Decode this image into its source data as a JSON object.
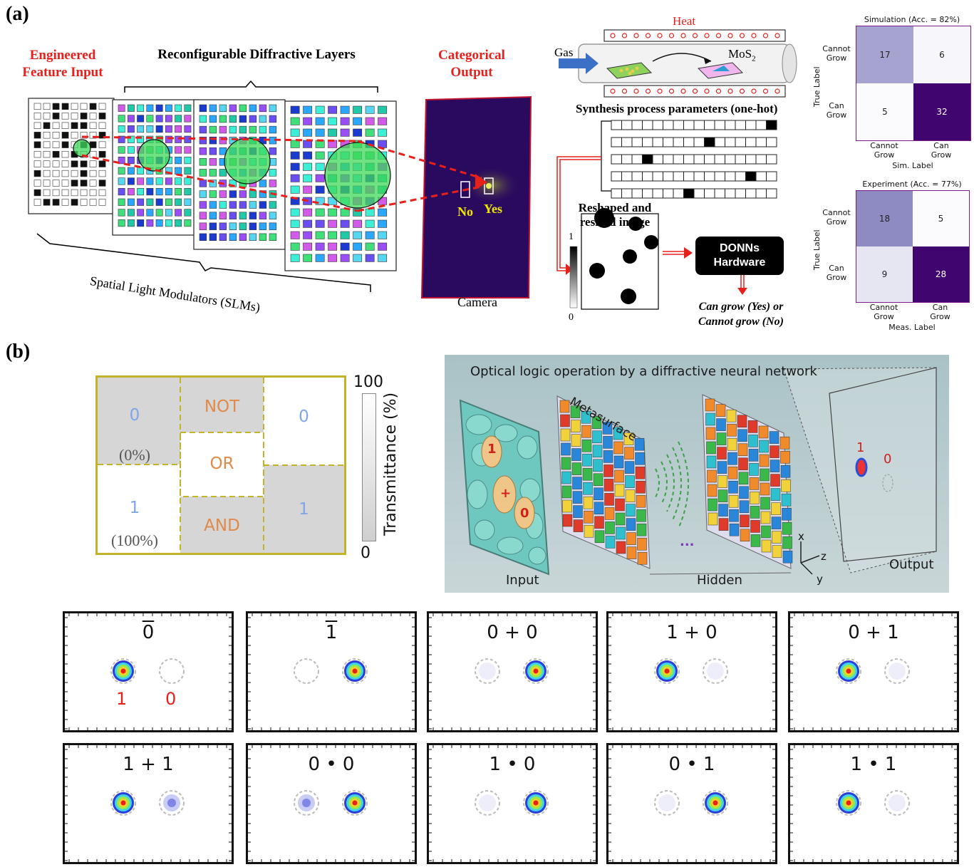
{
  "panel_a": {
    "label": "(a)",
    "engineered_input": "Engineered\nFeature Input",
    "layers_title": "Reconfigurable Diffractive Layers",
    "categorical_output": "Categorical\nOutput",
    "slm_label": "Spatial Light Modulators (SLMs)",
    "camera_label": "Camera",
    "no_label": "No",
    "yes_label": "Yes",
    "heat_label": "Heat",
    "gas_label": "Gas",
    "mos2_label": "MoS",
    "mos2_sub": "2",
    "synthesis_title": "Synthesis process parameters (one-hot)",
    "onehot_positions": [
      15,
      9,
      3,
      13,
      7
    ],
    "reshaped_title": "Reshaped and\nresized image",
    "colorbar_top": "1",
    "colorbar_bottom": "0",
    "donns": "DONNs\nHardware",
    "result_text_1": "Can grow (Yes) or",
    "result_text_2": "Cannot grow (No)",
    "colors": {
      "red": "#e8201c",
      "slm_dark": "#2a0a5e"
    }
  },
  "confusion": [
    {
      "title": "Simulation (Acc. = 82%)",
      "ylabel": "True Label",
      "xlabel": "Sim. Label",
      "rows": [
        "Cannot\nGrow",
        "Can\nGrow"
      ],
      "cols": [
        "Cannot\nGrow",
        "Can\nGrow"
      ],
      "values": [
        [
          17,
          6
        ],
        [
          5,
          32
        ]
      ],
      "colors": [
        [
          "#a6a3d0",
          "#f7f7fb"
        ],
        [
          "#fbfbfd",
          "#40056f"
        ]
      ]
    },
    {
      "title": "Experiment (Acc. = 77%)",
      "ylabel": "True Label",
      "xlabel": "Meas. Label",
      "rows": [
        "Cannot\nGrow",
        "Can\nGrow"
      ],
      "cols": [
        "Cannot\nGrow",
        "Can\nGrow"
      ],
      "values": [
        [
          18,
          5
        ],
        [
          9,
          28
        ]
      ],
      "colors": [
        [
          "#8e8bc2",
          "#fbfbfd"
        ],
        [
          "#e6e5f2",
          "#40056f"
        ]
      ]
    }
  ],
  "panel_b": {
    "label": "(b)",
    "truth": {
      "zero_left": "0",
      "zero_pct": "(0%)",
      "one_left": "1",
      "one_pct": "(100%)",
      "not": "NOT",
      "or": "OR",
      "and": "AND",
      "zero_right": "0",
      "one_right": "1"
    },
    "colorbar": {
      "max": "100",
      "min": "0",
      "label": "Transmittance (%)"
    },
    "render": {
      "title": "Optical logic operation by a diffractive neural network",
      "metasurface": "Metasurface",
      "input": "Input",
      "hidden": "Hidden",
      "output": "Output",
      "dots": "...",
      "in_1": "1",
      "in_plus": "+",
      "in_0": "0",
      "out_1": "1",
      "out_0": "0",
      "axis_x": "x",
      "axis_y": "y",
      "axis_z": "z"
    },
    "outputs": [
      {
        "title": "0",
        "overline": true,
        "left": "hot",
        "right": "none"
      },
      {
        "title": "1",
        "overline": true,
        "left": "none",
        "right": "hot"
      },
      {
        "title": "0 + 0",
        "overline": false,
        "left": "faint",
        "right": "hot"
      },
      {
        "title": "1 + 0",
        "overline": false,
        "left": "hot",
        "right": "faint"
      },
      {
        "title": "0 + 1",
        "overline": false,
        "left": "hot",
        "right": "faint"
      },
      {
        "title": "1  + 1",
        "overline": false,
        "left": "hot",
        "right": "blue"
      },
      {
        "title": "0 • 0",
        "overline": false,
        "left": "blue",
        "right": "hot"
      },
      {
        "title": "1 • 0",
        "overline": false,
        "left": "faint",
        "right": "hot"
      },
      {
        "title": "0 • 1",
        "overline": false,
        "left": "faint",
        "right": "hot"
      },
      {
        "title": "1 • 1",
        "overline": false,
        "left": "hot",
        "right": "faint"
      }
    ],
    "first_plot_labels": {
      "left": "1",
      "right": "0"
    }
  }
}
